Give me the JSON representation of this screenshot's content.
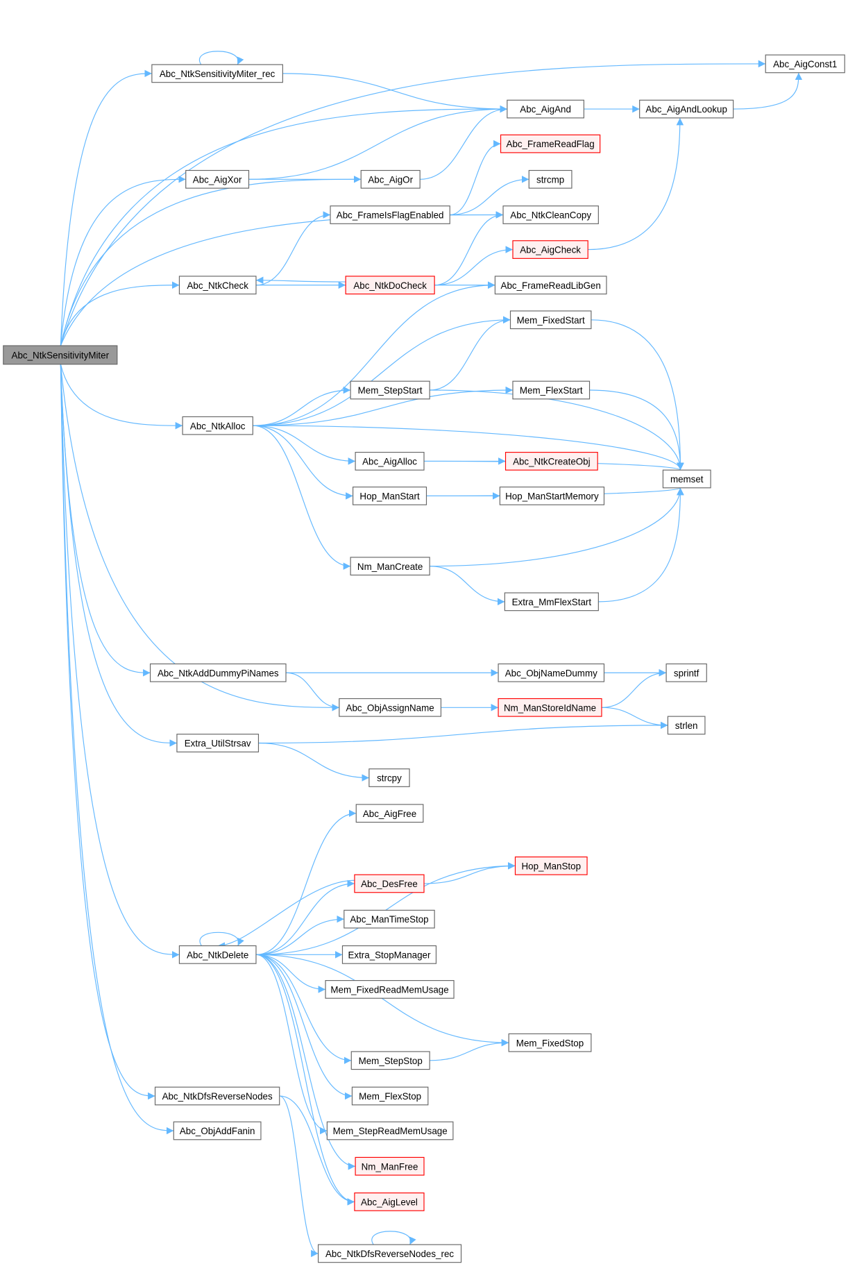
{
  "graph": {
    "title": "Abc_NtkSensitivityMiter call graph",
    "edge_color": "#63b8ff",
    "nodes": [
      {
        "id": "root",
        "label": "Abc_NtkSensitivityMiter",
        "style": "root"
      },
      {
        "id": "miter_rec",
        "label": "Abc_NtkSensitivityMiter_rec",
        "style": "normal"
      },
      {
        "id": "const1",
        "label": "Abc_AigConst1",
        "style": "normal"
      },
      {
        "id": "aigand",
        "label": "Abc_AigAnd",
        "style": "normal"
      },
      {
        "id": "andlookup",
        "label": "Abc_AigAndLookup",
        "style": "normal"
      },
      {
        "id": "readflag",
        "label": "Abc_FrameReadFlag",
        "style": "red"
      },
      {
        "id": "aigxor",
        "label": "Abc_AigXor",
        "style": "normal"
      },
      {
        "id": "aigor",
        "label": "Abc_AigOr",
        "style": "normal"
      },
      {
        "id": "strcmp",
        "label": "strcmp",
        "style": "normal"
      },
      {
        "id": "flagenabled",
        "label": "Abc_FrameIsFlagEnabled",
        "style": "normal"
      },
      {
        "id": "cleancopy",
        "label": "Abc_NtkCleanCopy",
        "style": "normal"
      },
      {
        "id": "aigcheck",
        "label": "Abc_AigCheck",
        "style": "red"
      },
      {
        "id": "ntkcheck",
        "label": "Abc_NtkCheck",
        "style": "normal"
      },
      {
        "id": "docheck",
        "label": "Abc_NtkDoCheck",
        "style": "red"
      },
      {
        "id": "libgen",
        "label": "Abc_FrameReadLibGen",
        "style": "normal"
      },
      {
        "id": "fixedstart",
        "label": "Mem_FixedStart",
        "style": "normal"
      },
      {
        "id": "stepstart",
        "label": "Mem_StepStart",
        "style": "normal"
      },
      {
        "id": "flexstart",
        "label": "Mem_FlexStart",
        "style": "normal"
      },
      {
        "id": "ntkalloc",
        "label": "Abc_NtkAlloc",
        "style": "normal"
      },
      {
        "id": "aigalloc",
        "label": "Abc_AigAlloc",
        "style": "normal"
      },
      {
        "id": "createobj",
        "label": "Abc_NtkCreateObj",
        "style": "red"
      },
      {
        "id": "memset",
        "label": "memset",
        "style": "normal"
      },
      {
        "id": "hopstart",
        "label": "Hop_ManStart",
        "style": "normal"
      },
      {
        "id": "hopstartmem",
        "label": "Hop_ManStartMemory",
        "style": "normal"
      },
      {
        "id": "nmcreate",
        "label": "Nm_ManCreate",
        "style": "normal"
      },
      {
        "id": "mmflexstart",
        "label": "Extra_MmFlexStart",
        "style": "normal"
      },
      {
        "id": "dummypi",
        "label": "Abc_NtkAddDummyPiNames",
        "style": "normal"
      },
      {
        "id": "namedummy",
        "label": "Abc_ObjNameDummy",
        "style": "normal"
      },
      {
        "id": "sprintf",
        "label": "sprintf",
        "style": "normal"
      },
      {
        "id": "assignname",
        "label": "Abc_ObjAssignName",
        "style": "normal"
      },
      {
        "id": "storeid",
        "label": "Nm_ManStoreIdName",
        "style": "red"
      },
      {
        "id": "strlen",
        "label": "strlen",
        "style": "normal"
      },
      {
        "id": "strsav",
        "label": "Extra_UtilStrsav",
        "style": "normal"
      },
      {
        "id": "strcpy",
        "label": "strcpy",
        "style": "normal"
      },
      {
        "id": "aigfree",
        "label": "Abc_AigFree",
        "style": "normal"
      },
      {
        "id": "hopstop",
        "label": "Hop_ManStop",
        "style": "red"
      },
      {
        "id": "desfree",
        "label": "Abc_DesFree",
        "style": "red"
      },
      {
        "id": "timestop",
        "label": "Abc_ManTimeStop",
        "style": "normal"
      },
      {
        "id": "ntkdelete",
        "label": "Abc_NtkDelete",
        "style": "normal"
      },
      {
        "id": "stopmgr",
        "label": "Extra_StopManager",
        "style": "normal"
      },
      {
        "id": "fixedusage",
        "label": "Mem_FixedReadMemUsage",
        "style": "normal"
      },
      {
        "id": "fixedstop",
        "label": "Mem_FixedStop",
        "style": "normal"
      },
      {
        "id": "stepstop",
        "label": "Mem_StepStop",
        "style": "normal"
      },
      {
        "id": "flexstop",
        "label": "Mem_FlexStop",
        "style": "normal"
      },
      {
        "id": "dfsrev",
        "label": "Abc_NtkDfsReverseNodes",
        "style": "normal"
      },
      {
        "id": "addfanin",
        "label": "Abc_ObjAddFanin",
        "style": "normal"
      },
      {
        "id": "stepusage",
        "label": "Mem_StepReadMemUsage",
        "style": "normal"
      },
      {
        "id": "nmfree",
        "label": "Nm_ManFree",
        "style": "red"
      },
      {
        "id": "aiglevel",
        "label": "Abc_AigLevel",
        "style": "red"
      },
      {
        "id": "dfsrevrec",
        "label": "Abc_NtkDfsReverseNodes_rec",
        "style": "normal"
      }
    ],
    "edges": [
      [
        "root",
        "const1"
      ],
      [
        "root",
        "miter_rec"
      ],
      [
        "root",
        "aigand"
      ],
      [
        "root",
        "aigxor"
      ],
      [
        "root",
        "aigor"
      ],
      [
        "root",
        "cleancopy"
      ],
      [
        "root",
        "ntkcheck"
      ],
      [
        "root",
        "ntkalloc"
      ],
      [
        "root",
        "dummypi"
      ],
      [
        "root",
        "assignname"
      ],
      [
        "root",
        "strsav"
      ],
      [
        "root",
        "ntkdelete"
      ],
      [
        "root",
        "dfsrev"
      ],
      [
        "root",
        "addfanin"
      ],
      [
        "miter_rec",
        "miter_rec"
      ],
      [
        "miter_rec",
        "aigand"
      ],
      [
        "aigand",
        "andlookup"
      ],
      [
        "andlookup",
        "const1"
      ],
      [
        "aigxor",
        "aigand"
      ],
      [
        "aigxor",
        "aigor"
      ],
      [
        "aigor",
        "aigand"
      ],
      [
        "flagenabled",
        "readflag"
      ],
      [
        "flagenabled",
        "strcmp"
      ],
      [
        "ntkcheck",
        "flagenabled"
      ],
      [
        "ntkcheck",
        "docheck"
      ],
      [
        "docheck",
        "ntkcheck"
      ],
      [
        "docheck",
        "cleancopy"
      ],
      [
        "docheck",
        "aigcheck"
      ],
      [
        "docheck",
        "libgen"
      ],
      [
        "aigcheck",
        "andlookup"
      ],
      [
        "ntkalloc",
        "libgen"
      ],
      [
        "ntkalloc",
        "fixedstart"
      ],
      [
        "ntkalloc",
        "stepstart"
      ],
      [
        "ntkalloc",
        "flexstart"
      ],
      [
        "ntkalloc",
        "aigalloc"
      ],
      [
        "ntkalloc",
        "hopstart"
      ],
      [
        "ntkalloc",
        "nmcreate"
      ],
      [
        "ntkalloc",
        "memset"
      ],
      [
        "stepstart",
        "fixedstart"
      ],
      [
        "stepstart",
        "memset"
      ],
      [
        "fixedstart",
        "memset"
      ],
      [
        "flexstart",
        "memset"
      ],
      [
        "aigalloc",
        "createobj"
      ],
      [
        "aigalloc",
        "memset"
      ],
      [
        "hopstart",
        "hopstartmem"
      ],
      [
        "hopstart",
        "memset"
      ],
      [
        "nmcreate",
        "memset"
      ],
      [
        "nmcreate",
        "mmflexstart"
      ],
      [
        "mmflexstart",
        "memset"
      ],
      [
        "dummypi",
        "namedummy"
      ],
      [
        "dummypi",
        "assignname"
      ],
      [
        "namedummy",
        "sprintf"
      ],
      [
        "assignname",
        "storeid"
      ],
      [
        "storeid",
        "sprintf"
      ],
      [
        "storeid",
        "strlen"
      ],
      [
        "strsav",
        "strlen"
      ],
      [
        "strsav",
        "strcpy"
      ],
      [
        "ntkdelete",
        "ntkdelete"
      ],
      [
        "ntkdelete",
        "aigfree"
      ],
      [
        "ntkdelete",
        "hopstop"
      ],
      [
        "ntkdelete",
        "desfree"
      ],
      [
        "ntkdelete",
        "timestop"
      ],
      [
        "ntkdelete",
        "stopmgr"
      ],
      [
        "ntkdelete",
        "fixedusage"
      ],
      [
        "ntkdelete",
        "fixedstop"
      ],
      [
        "ntkdelete",
        "stepstop"
      ],
      [
        "ntkdelete",
        "flexstop"
      ],
      [
        "ntkdelete",
        "stepusage"
      ],
      [
        "ntkdelete",
        "nmfree"
      ],
      [
        "ntkdelete",
        "aiglevel"
      ],
      [
        "desfree",
        "ntkdelete"
      ],
      [
        "desfree",
        "hopstop"
      ],
      [
        "stepstop",
        "fixedstop"
      ],
      [
        "dfsrev",
        "aiglevel"
      ],
      [
        "dfsrev",
        "dfsrevrec"
      ],
      [
        "dfsrevrec",
        "dfsrevrec"
      ]
    ]
  }
}
